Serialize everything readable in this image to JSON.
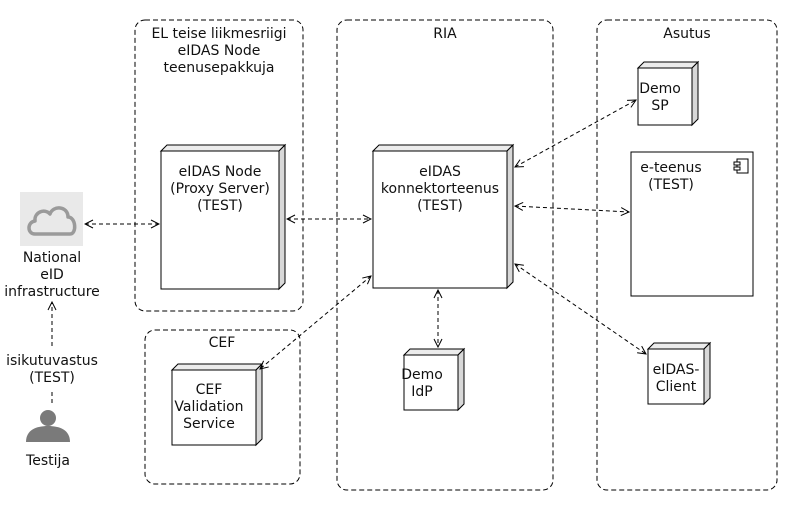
{
  "groups": {
    "eu_provider": {
      "line1": "EL teise liikmesriigi",
      "line2": "eIDAS Node",
      "line3": "teenusepakkuja"
    },
    "ria": {
      "label": "RIA"
    },
    "asutus": {
      "label": "Asutus"
    },
    "cef": {
      "label": "CEF"
    }
  },
  "nodes": {
    "eidas_node": {
      "line1": "eIDAS Node",
      "line2": "(Proxy Server)",
      "line3": "(TEST)"
    },
    "connector": {
      "line1": "eIDAS",
      "line2": "konnektorteenus",
      "line3": "(TEST)"
    },
    "demo_sp": {
      "line1": "Demo",
      "line2": "SP"
    },
    "e_teenus": {
      "line1": "e-teenus",
      "line2": "(TEST)"
    },
    "eidas_client": {
      "line1": "eIDAS-",
      "line2": "Client"
    },
    "demo_idp": {
      "line1": "Demo",
      "line2": "IdP"
    },
    "cef_validation": {
      "line1": "CEF",
      "line2": "Validation",
      "line3": "Service"
    }
  },
  "external": {
    "national_eid": {
      "line1": "National",
      "line2": "eID",
      "line3": "infrastructure",
      "icon": "cloud-icon"
    },
    "testija": {
      "label": "Testija",
      "icon": "user-icon"
    }
  },
  "links": {
    "user_to_eid": {
      "line1": "isikutuvastus",
      "line2": "(TEST)"
    }
  }
}
